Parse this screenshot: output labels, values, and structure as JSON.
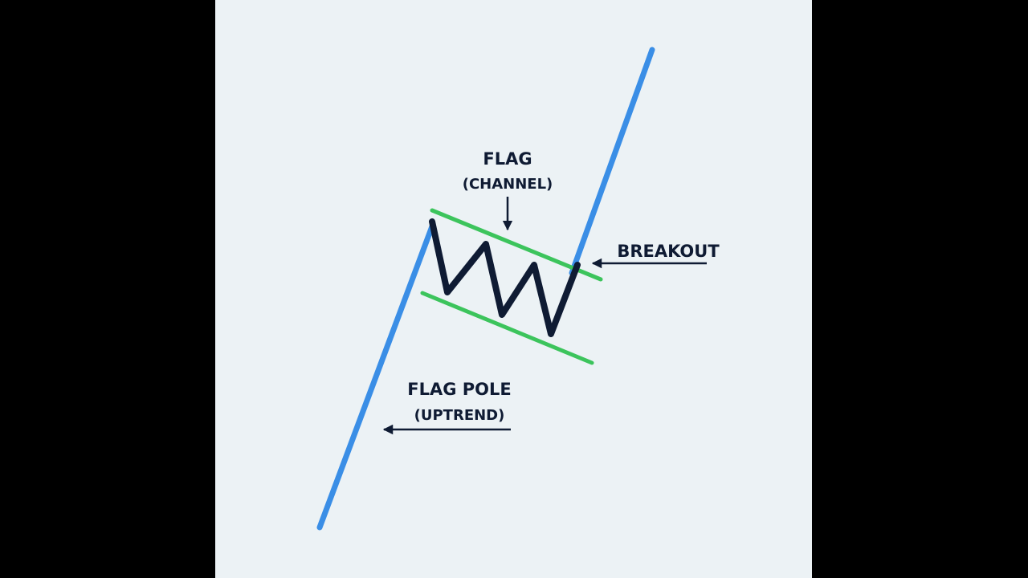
{
  "labels": {
    "flag": "FLAG",
    "flag_sub": "(CHANNEL)",
    "breakout": "BREAKOUT",
    "pole": "FLAG POLE",
    "pole_sub": "(UPTREND)"
  },
  "colors": {
    "background": "#ecf2f5",
    "frame": "#000000",
    "pole_line": "#3a8ee6",
    "channel_lines": "#3cc45c",
    "price_zigzag": "#0f1b33",
    "text": "#0f1b33"
  },
  "icons": {
    "arrow": "arrowhead"
  }
}
